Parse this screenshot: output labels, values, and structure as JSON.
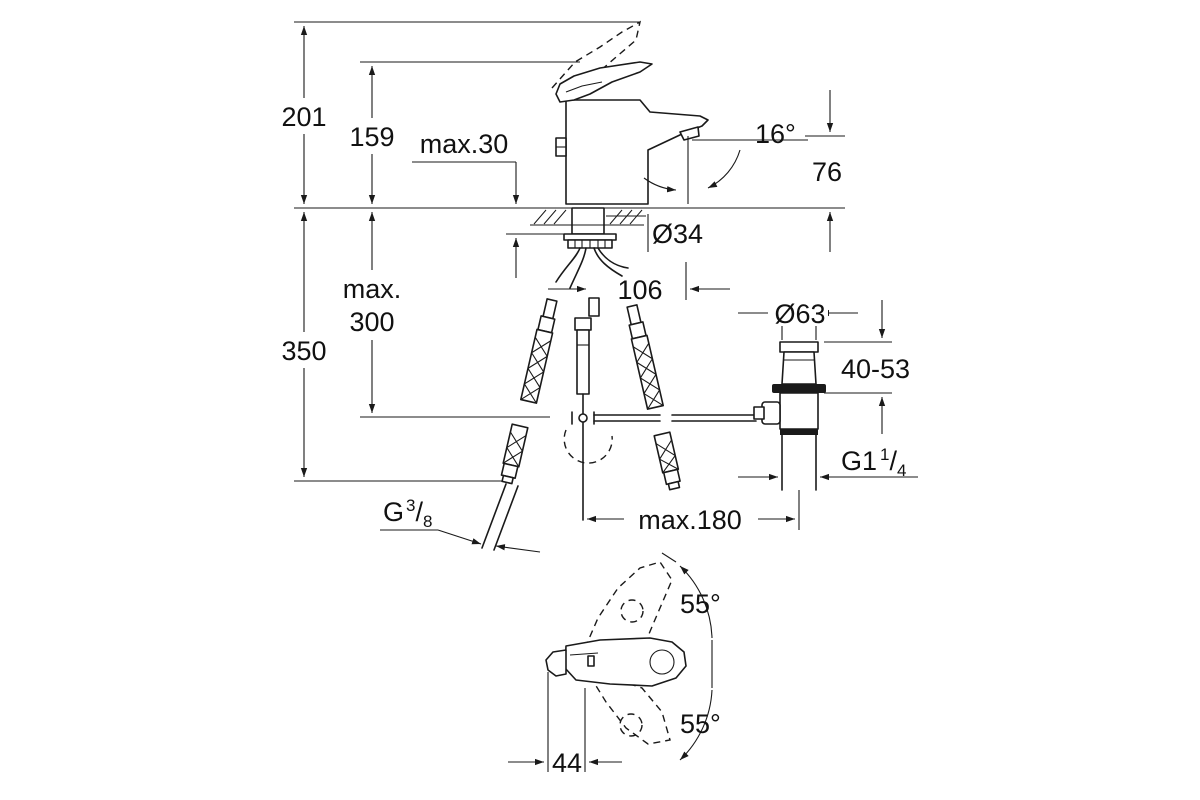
{
  "dimensions": {
    "h201": "201",
    "h159": "159",
    "max30": "max.30",
    "angle16": "16°",
    "h76": "76",
    "d34": "Ø34",
    "d106": "106",
    "max_label": "max.",
    "h300": "300",
    "h350": "350",
    "d63": "Ø63",
    "r4053": "40-53",
    "g114_base": "G1",
    "g114_num": "1",
    "g114_den": "4",
    "g38_base": "G",
    "g38_num": "3",
    "g38_den": "8",
    "max180": "max.180",
    "angle55_top": "55°",
    "angle55_bottom": "55°",
    "d44": "44"
  },
  "colors": {
    "ink": "#1a1a1a",
    "background": "#ffffff"
  }
}
